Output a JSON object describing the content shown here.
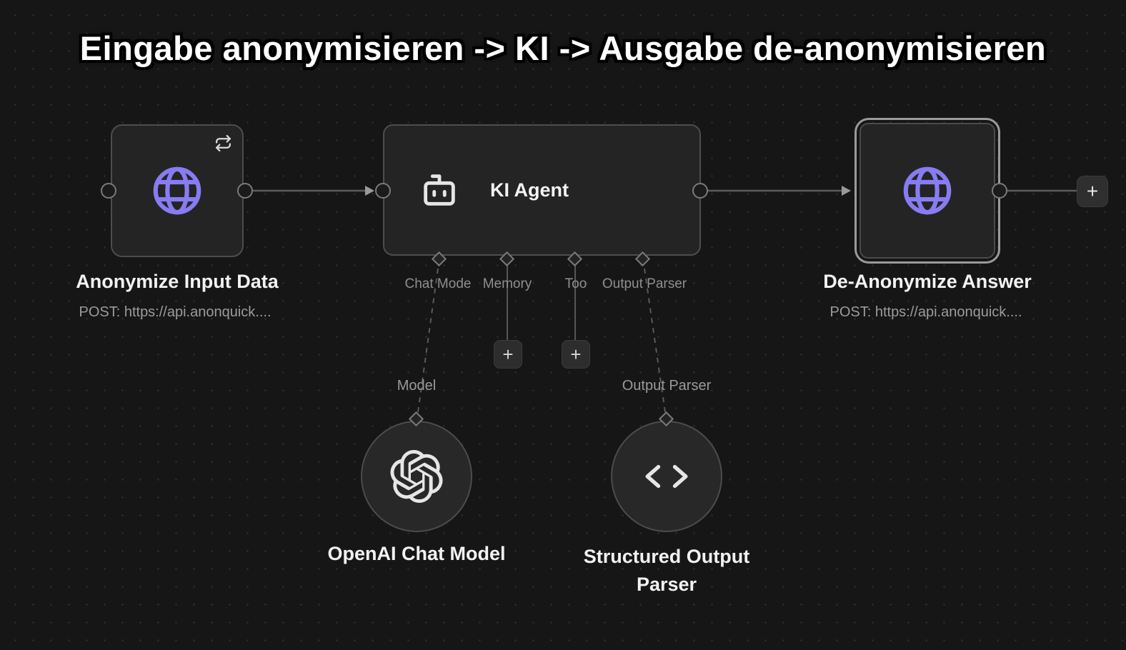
{
  "title": "Eingabe anonymisieren -> KI -> Ausgabe de-anonymisieren",
  "nodes": {
    "anonymize_input": {
      "label": "Anonymize Input Data",
      "sublabel": "POST: https://api.anonquick....",
      "icon": "globe-icon",
      "badge_icon": "repeat-icon"
    },
    "ki_agent": {
      "label": "KI Agent",
      "icon": "robot-icon",
      "ports": {
        "chat_model": "Chat Mode",
        "memory": "Memory",
        "tool": "Too",
        "output_parser": "Output Parser"
      }
    },
    "deanonymize": {
      "label": "De-Anonymize Answer",
      "sublabel": "POST: https://api.anonquick....",
      "icon": "globe-icon",
      "selected": true
    },
    "openai_model": {
      "label": "OpenAI Chat Model",
      "port_label": "Model",
      "icon": "openai-icon"
    },
    "structured_parser": {
      "label": "Structured Output Parser",
      "port_label": "Output Parser",
      "icon": "code-brackets-icon"
    }
  },
  "buttons": {
    "add_memory": "+",
    "add_tool": "+",
    "add_next": "+"
  },
  "colors": {
    "accent": "#877CF2",
    "canvas_bg": "#161616",
    "node_fill": "#242424",
    "node_border": "#4d4d4d",
    "selected_border": "#9a9a9a",
    "edge": "#5c5c5c",
    "muted_text": "#8f8f8f"
  }
}
